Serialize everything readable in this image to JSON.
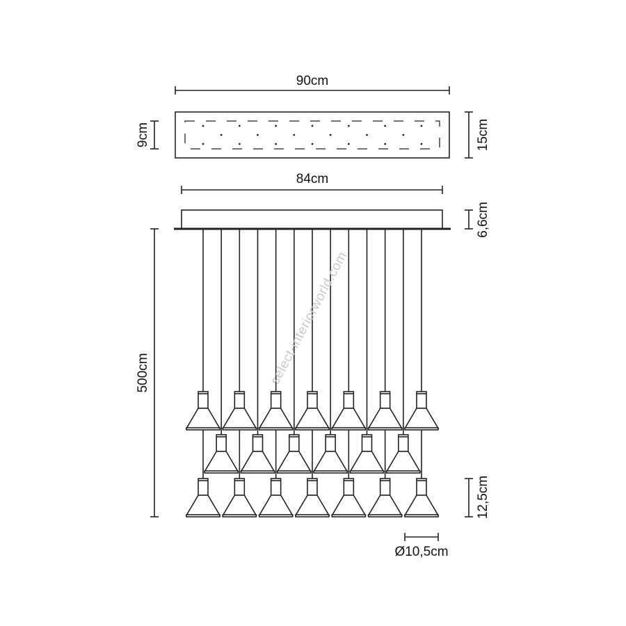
{
  "dimensions": {
    "total_width": "90cm",
    "plan_depth_inner": "9cm",
    "plan_depth": "15cm",
    "canopy_width": "84cm",
    "canopy_height": "6,6cm",
    "max_drop": "500cm",
    "shade_height": "12,5cm",
    "shade_diameter": "Ø10,5cm"
  },
  "watermark": "select-interiorworld.com",
  "fixture": {
    "rows": [
      7,
      6,
      7
    ],
    "cable_count": 13
  },
  "colors": {
    "line": "#222222",
    "watermark": "#c9c9c9"
  }
}
